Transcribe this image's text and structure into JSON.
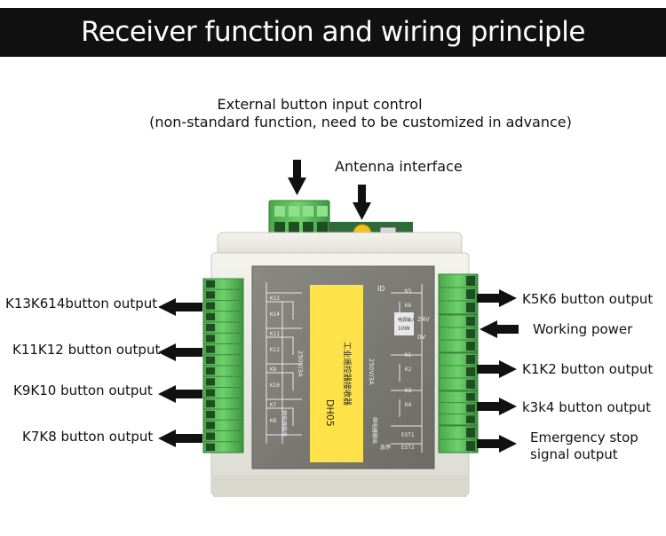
{
  "title": "Receiver function and wiring principle",
  "annotations": {
    "external_button": "External button input control",
    "external_button_note": "(non-standard function, need to be customized in advance)",
    "antenna": "Antenna interface",
    "left": [
      "K13K614button output",
      "K11K12 button output",
      "K9K10  button output",
      "K7K8 button output"
    ],
    "right": [
      "K5K6 button output",
      "Working power",
      "K1K2 button output",
      "k3k4 button output"
    ],
    "emergency_line1": "Emergency stop",
    "emergency_line2": "signal output"
  },
  "board": {
    "model": "DH05",
    "name_cn": "工业遥控器接收器",
    "relay_rating_left": "250V/3A",
    "relay_rating_right": "250V/3A",
    "relay_output_left": "继电器输出",
    "relay_output_right": "继电器输出",
    "power_label": "电源输入",
    "power_rating": "10W",
    "voltage_24": "24V",
    "voltage_0": "0V",
    "id_label": "ID",
    "emergency_cn": "急停",
    "relays_left": [
      "K13",
      "K14",
      "K11",
      "K12",
      "K9",
      "K10",
      "K7",
      "K8"
    ],
    "relays_right": [
      "K5",
      "K6",
      "K1",
      "K2",
      "K3",
      "K4",
      "EST1",
      "EST2"
    ]
  },
  "colors": {
    "banner": "#111111",
    "arrow": "#111111",
    "terminal_green": "#5cbf5a",
    "case": "#ecebe3",
    "panel": "#7d7c77",
    "label_yellow": "#fde24a",
    "pcb": "#2e6b3a",
    "antenna": "#f2c21b"
  }
}
